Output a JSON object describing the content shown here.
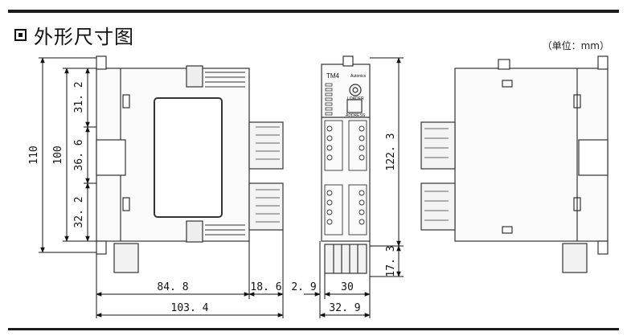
{
  "title": "外形尺寸图",
  "unit_note": "（单位：mm）",
  "device_labels": {
    "model": "TM4",
    "brand": "Autonics",
    "loader": "LOADER",
    "address": "ADDRESS"
  },
  "dimensions": {
    "height_total": "110",
    "height_body": "100",
    "seg_top": "31. 2",
    "seg_mid": "36. 6",
    "seg_bot": "32. 2",
    "depth_body": "84. 8",
    "depth_connector": "18. 6",
    "depth_total": "103. 4",
    "front_offset": "2. 9",
    "front_width": "30",
    "front_width_total": "32. 9",
    "front_height": "122. 3",
    "terminal_height": "17. 3"
  }
}
